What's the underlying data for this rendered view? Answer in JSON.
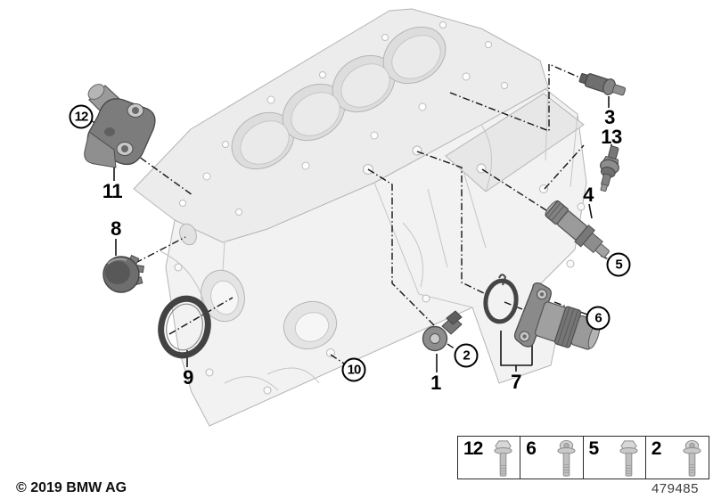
{
  "footer": {
    "copyright": "© 2019 BMW AG",
    "diagram_number": "479485"
  },
  "callouts": {
    "plain": [
      {
        "id": "11"
      },
      {
        "id": "8"
      },
      {
        "id": "9"
      },
      {
        "id": "1"
      },
      {
        "id": "7"
      },
      {
        "id": "3"
      },
      {
        "id": "13"
      },
      {
        "id": "4"
      }
    ],
    "circled": [
      {
        "id": "12"
      },
      {
        "id": "2"
      },
      {
        "id": "5"
      },
      {
        "id": "6"
      },
      {
        "id": "10"
      }
    ]
  },
  "fastener_table": {
    "cells": [
      {
        "label": "12",
        "icon": "flange-bolt-icon"
      },
      {
        "label": "6",
        "icon": "torx-bolt-icon"
      },
      {
        "label": "5",
        "icon": "flange-bolt-icon"
      },
      {
        "label": "2",
        "icon": "torx-bolt-icon"
      }
    ]
  },
  "colors": {
    "background": "#ffffff",
    "line_art": "#b4b4b4",
    "block_fill": "#f0f0f0",
    "dark_part": "#7a7a7a",
    "callout": "#000000"
  }
}
